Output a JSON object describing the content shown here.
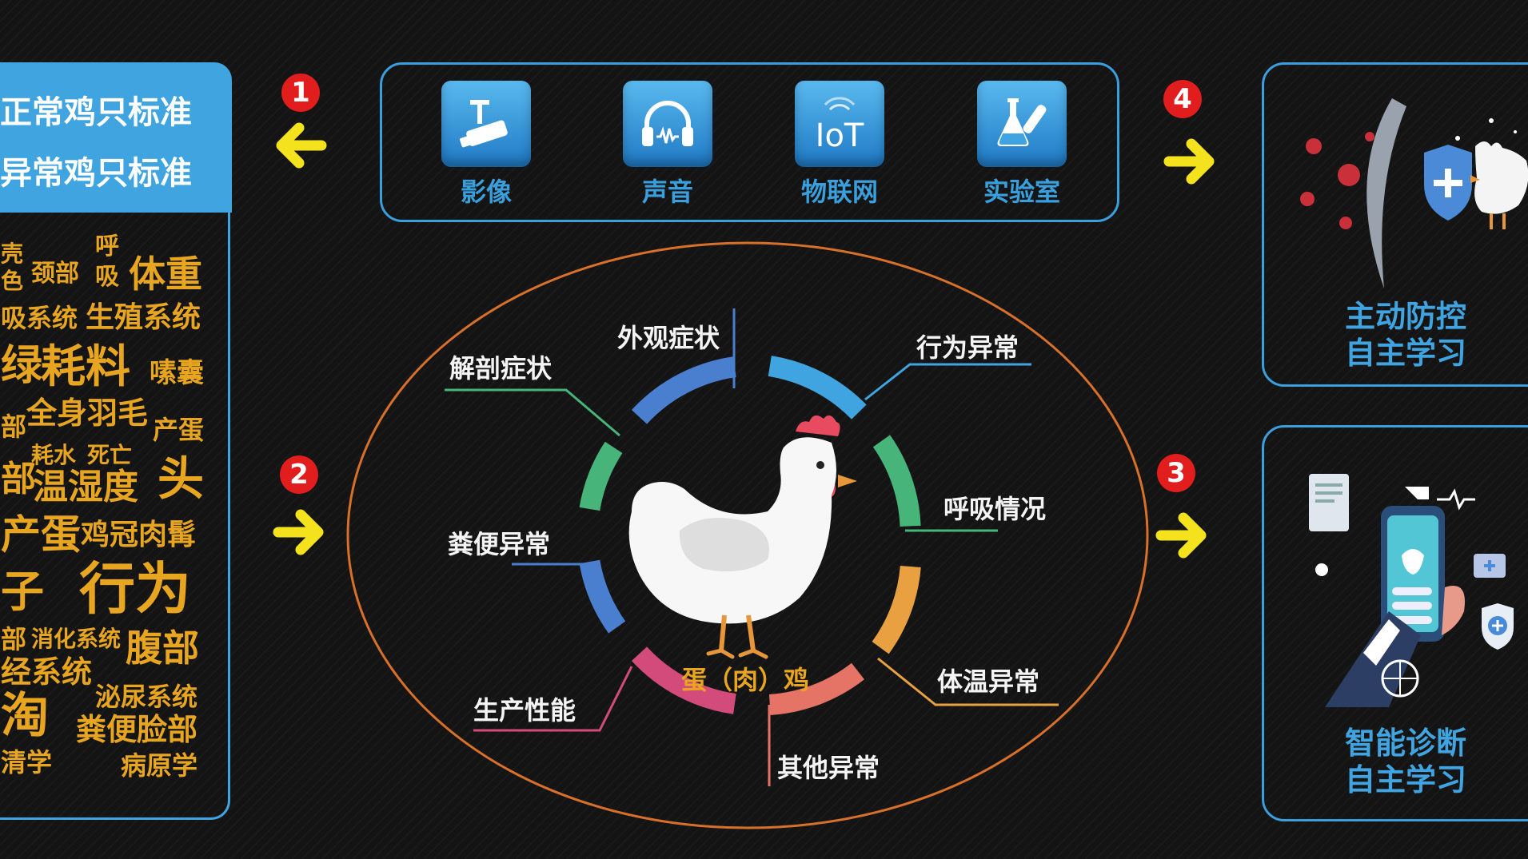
{
  "left_panel": {
    "header_lines": [
      "正常鸡只标准",
      "异常鸡只标准"
    ],
    "words": [
      "壳",
      "色",
      "颈部",
      "呼",
      "吸",
      "体重",
      "吸系统",
      "生殖系统",
      "绿",
      "耗料",
      "嗉囊",
      "部",
      "全身羽毛",
      "产蛋",
      "耗水",
      "死亡",
      "部",
      "温湿度",
      "头",
      "产蛋",
      "鸡冠肉髯",
      "子",
      "行为",
      "部",
      "消化系统",
      "腹部",
      "经系统",
      "泌尿系统",
      "淘",
      "粪便脸部",
      "清学",
      "病原学"
    ]
  },
  "badges": [
    "1",
    "2",
    "3",
    "4"
  ],
  "sources": [
    {
      "label": "影像",
      "icon": "camera-icon"
    },
    {
      "label": "声音",
      "icon": "headphones-icon"
    },
    {
      "label": "物联网",
      "icon": "iot-icon",
      "tile_text": "IoT"
    },
    {
      "label": "实验室",
      "icon": "lab-flask-icon"
    }
  ],
  "center": {
    "caption": "蛋（肉）鸡",
    "labels": [
      "外观症状",
      "行为异常",
      "解剖症状",
      "呼吸情况",
      "粪便异常",
      "体温异常",
      "生产性能",
      "其他异常"
    ]
  },
  "right_panels": [
    {
      "title_lines": [
        "主动防控",
        "自主学习"
      ],
      "icon": "shield-chicken-icon"
    },
    {
      "title_lines": [
        "智能诊断",
        "自主学习"
      ],
      "icon": "phone-diagnosis-icon"
    }
  ],
  "colors": {
    "accent_blue": "#3fa4e0",
    "word_gold": "#e8a520",
    "badge_red": "#e11d1d",
    "arrow_yellow": "#f3e21c",
    "ellipse_orange": "#d8702a"
  }
}
